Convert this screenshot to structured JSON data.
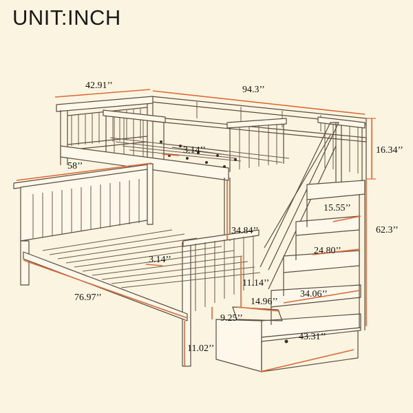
{
  "title": "UNIT:INCH",
  "colors": {
    "background": "#fbf4e0",
    "dimension_line": "#e06a35",
    "outline": "#5d4a3d",
    "text": "#111111"
  },
  "dimensions": {
    "top_width": "42.91’’",
    "top_length": "94.3’’",
    "top_guardrail_height": "16.34’’",
    "top_slat_gap": "3.14’’",
    "bottom_width": "58’’",
    "total_height": "62.3’’",
    "step_height_1": "15.55’’",
    "bunk_clearance": "34.84’’",
    "step_height_2": "24.80’’",
    "bottom_slat_gap": "3.14’’",
    "step_height_3": "11.14’’",
    "stair_depth_1": "14.96’’",
    "stair_depth_2": "34.06’’",
    "bottom_length": "76.97’’",
    "step_rise": "9.25’’",
    "stair_base_length": "43.31’’",
    "floor_clearance": "11.02’’"
  }
}
